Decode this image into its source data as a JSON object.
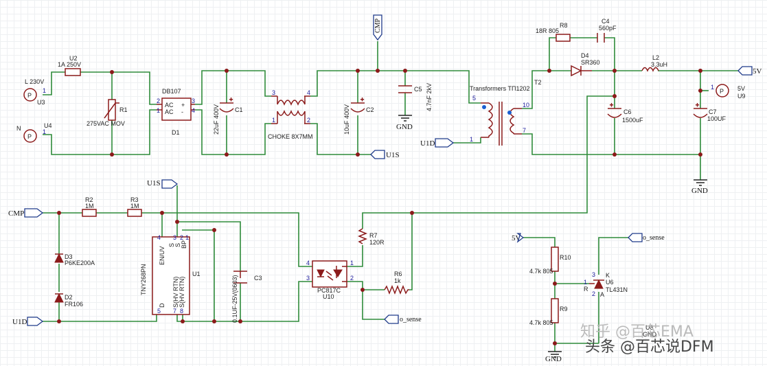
{
  "components": {
    "u3": {
      "ref": "U3",
      "value": "L 230V",
      "pin": "P",
      "pinno": "1"
    },
    "u4": {
      "ref": "U4",
      "value": "N",
      "pin": "P",
      "pinno": "1"
    },
    "u2": {
      "ref": "U2",
      "value": "1A 250V"
    },
    "r1": {
      "ref": "R1",
      "value": "275VAC MOV"
    },
    "d1": {
      "ref": "D1",
      "value": "DB107",
      "p1": "AC",
      "p2": "AC",
      "p3": "+",
      "p4": "-"
    },
    "c1": {
      "ref": "C1",
      "value": "22uF 400V"
    },
    "choke": {
      "value": "CHOKE 8X7MM"
    },
    "c2": {
      "ref": "C2",
      "value": "10uF 400V"
    },
    "c5": {
      "ref": "C5",
      "value": "4.7nF 2kV"
    },
    "t2": {
      "ref": "T2",
      "value": "Transformers TΠ1202"
    },
    "r8": {
      "ref": "R8",
      "value": "18R 805"
    },
    "c4": {
      "ref": "C4",
      "value": "560pF"
    },
    "d4": {
      "ref": "D4",
      "value": "SR360"
    },
    "l2": {
      "ref": "L2",
      "value": "3.3uH"
    },
    "c6": {
      "ref": "C6",
      "value": "1500uF"
    },
    "c7": {
      "ref": "C7",
      "value": "100UF"
    },
    "u9": {
      "ref": "U9",
      "value": "5V",
      "pin": "P",
      "pinno": "1"
    },
    "r2": {
      "ref": "R2",
      "value": "1M"
    },
    "r3": {
      "ref": "R3",
      "value": "1M"
    },
    "d3": {
      "ref": "D3",
      "value": "P6KE200A"
    },
    "d2": {
      "ref": "D2",
      "value": "FR106"
    },
    "u1": {
      "ref": "U1",
      "value": "TNY268PN",
      "enuv": "EN/UV",
      "s1": "S",
      "s2": "S",
      "bp": "BP",
      "d": "D",
      "shv": "S(HV RTN)",
      "shv2": "S(HV RTN)"
    },
    "c3": {
      "ref": "C3",
      "value": "0.1UF-25V(0603)"
    },
    "u10": {
      "ref": "U10",
      "value": "PC817C"
    },
    "r7": {
      "ref": "R7",
      "value": "120R"
    },
    "r6": {
      "ref": "R6",
      "value": "1k"
    },
    "r10": {
      "ref": "R10",
      "value": "4.7k 805"
    },
    "r9": {
      "ref": "R9",
      "value": "4.7k 805"
    },
    "u6": {
      "ref": "U6",
      "value": "TL431N",
      "r": "R",
      "a": "A",
      "k": "K"
    },
    "u8": {
      "ref": "U8",
      "value": "GND"
    }
  },
  "nets": {
    "cmp_top": "CMP",
    "u1s_top": "U1S",
    "gnd1": "GND",
    "gnd2": "GND",
    "u1d_mid": "U1D",
    "out5v": "5V",
    "cmp_left": "CMP",
    "u1s_mid": "U1S",
    "u1d_left": "U1D",
    "o_sense1": "o_sense",
    "fb5v": "5V",
    "o_sense2": "o_sense",
    "gnd3": "GND"
  },
  "watermark": {
    "line1": "知乎 @百芯EMA",
    "line2": "头条 @百芯说DFM"
  }
}
